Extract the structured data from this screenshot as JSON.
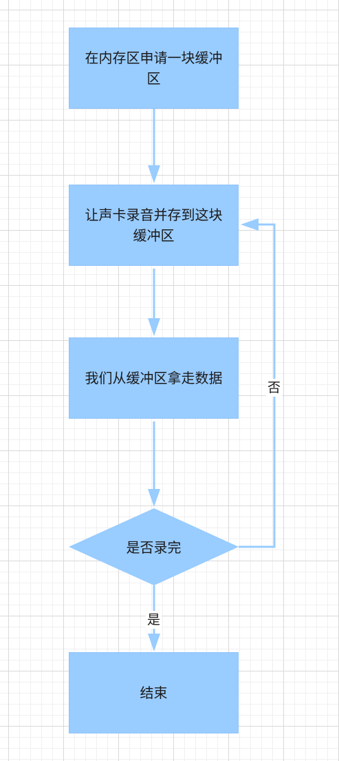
{
  "nodes": {
    "allocate": "在内存区申请一块缓冲区",
    "record": "让声卡录音并存到这块缓冲区",
    "take": "我们从缓冲区拿走数据",
    "decision": "是否录完",
    "end": "结束"
  },
  "edges": {
    "no": "否",
    "yes": "是"
  },
  "colors": {
    "box_fill": "#99ccff",
    "connector": "#99ccff"
  }
}
